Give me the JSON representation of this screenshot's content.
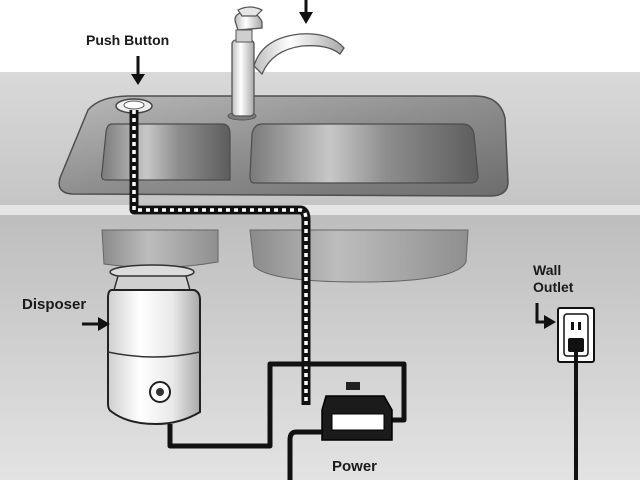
{
  "labels": {
    "push_button": "Push Button",
    "disposer": "Disposer",
    "wall_outlet_line1": "Wall",
    "wall_outlet_line2": "Outlet",
    "power": "Power"
  },
  "colors": {
    "counter_top": "#cfcfcf",
    "cabinet": "#d7d7d7",
    "sink_steel": "#9a9a9a",
    "basin_dark": "#6e6e6e",
    "air_tube": "#ffffff",
    "cord": "#111111"
  }
}
